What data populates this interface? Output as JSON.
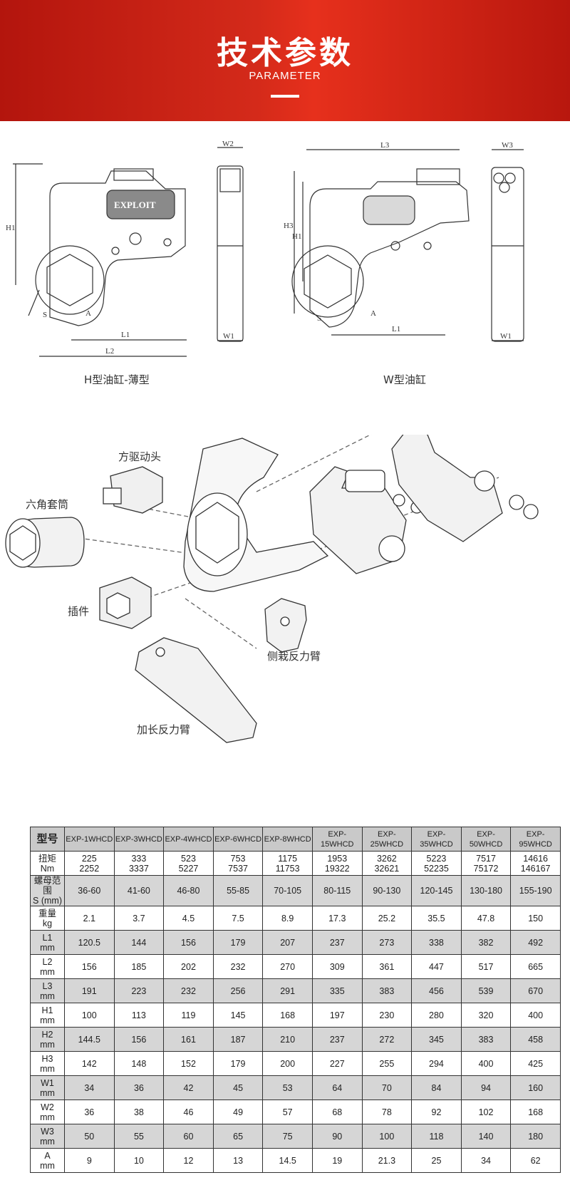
{
  "banner": {
    "title": "技术参数",
    "subtitle": "PARAMETER"
  },
  "diagram": {
    "brand": "EXPLOIT",
    "dims_h": [
      "W2",
      "H1",
      "L1",
      "L2",
      "W1",
      "S",
      "A"
    ],
    "dims_w": [
      "L3",
      "W3",
      "H3",
      "H1",
      "L1",
      "W1",
      "S",
      "A"
    ],
    "caption_h": "H型油缸-薄型",
    "caption_w": "W型油缸"
  },
  "parts": {
    "drive_head": "方驱动头",
    "hex_socket": "六角套筒",
    "insert": "插件",
    "side_arm": "侧栽反力臂",
    "long_arm": "加长反力臂"
  },
  "table": {
    "header_label": "型号",
    "models": [
      "EXP-1WHCD",
      "EXP-3WHCD",
      "EXP-4WHCD",
      "EXP-6WHCD",
      "EXP-8WHCD",
      "EXP-15WHCD",
      "EXP-25WHCD",
      "EXP-35WHCD",
      "EXP-50WHCD",
      "EXP-95WHCD"
    ],
    "rows": [
      {
        "l1": "扭矩",
        "l2": "Nm",
        "values": [
          [
            "225",
            "2252"
          ],
          [
            "333",
            "3337"
          ],
          [
            "523",
            "5227"
          ],
          [
            "753",
            "7537"
          ],
          [
            "1175",
            "11753"
          ],
          [
            "1953",
            "19322"
          ],
          [
            "3262",
            "32621"
          ],
          [
            "5223",
            "52235"
          ],
          [
            "7517",
            "75172"
          ],
          [
            "14616",
            "146167"
          ]
        ]
      },
      {
        "l1": "螺母范围",
        "l2": "S (mm)",
        "values": [
          [
            "36-60",
            ""
          ],
          [
            "41-60",
            ""
          ],
          [
            "46-80",
            ""
          ],
          [
            "55-85",
            ""
          ],
          [
            "70-105",
            ""
          ],
          [
            "80-115",
            ""
          ],
          [
            "90-130",
            ""
          ],
          [
            "120-145",
            ""
          ],
          [
            "130-180",
            ""
          ],
          [
            "155-190",
            ""
          ]
        ]
      },
      {
        "l1": "重量",
        "l2": "kg",
        "values": [
          [
            "2.1",
            ""
          ],
          [
            "3.7",
            ""
          ],
          [
            "4.5",
            ""
          ],
          [
            "7.5",
            ""
          ],
          [
            "8.9",
            ""
          ],
          [
            "17.3",
            ""
          ],
          [
            "25.2",
            ""
          ],
          [
            "35.5",
            ""
          ],
          [
            "47.8",
            ""
          ],
          [
            "150",
            ""
          ]
        ]
      },
      {
        "l1": "L1",
        "l2": "mm",
        "values": [
          [
            "120.5",
            ""
          ],
          [
            "144",
            ""
          ],
          [
            "156",
            ""
          ],
          [
            "179",
            ""
          ],
          [
            "207",
            ""
          ],
          [
            "237",
            ""
          ],
          [
            "273",
            ""
          ],
          [
            "338",
            ""
          ],
          [
            "382",
            ""
          ],
          [
            "492",
            ""
          ]
        ]
      },
      {
        "l1": "L2",
        "l2": "mm",
        "values": [
          [
            "156",
            ""
          ],
          [
            "185",
            ""
          ],
          [
            "202",
            ""
          ],
          [
            "232",
            ""
          ],
          [
            "270",
            ""
          ],
          [
            "309",
            ""
          ],
          [
            "361",
            ""
          ],
          [
            "447",
            ""
          ],
          [
            "517",
            ""
          ],
          [
            "665",
            ""
          ]
        ]
      },
      {
        "l1": "L3",
        "l2": "mm",
        "values": [
          [
            "191",
            ""
          ],
          [
            "223",
            ""
          ],
          [
            "232",
            ""
          ],
          [
            "256",
            ""
          ],
          [
            "291",
            ""
          ],
          [
            "335",
            ""
          ],
          [
            "383",
            ""
          ],
          [
            "456",
            ""
          ],
          [
            "539",
            ""
          ],
          [
            "670",
            ""
          ]
        ]
      },
      {
        "l1": "H1",
        "l2": "mm",
        "values": [
          [
            "100",
            ""
          ],
          [
            "113",
            ""
          ],
          [
            "119",
            ""
          ],
          [
            "145",
            ""
          ],
          [
            "168",
            ""
          ],
          [
            "197",
            ""
          ],
          [
            "230",
            ""
          ],
          [
            "280",
            ""
          ],
          [
            "320",
            ""
          ],
          [
            "400",
            ""
          ]
        ]
      },
      {
        "l1": "H2",
        "l2": "mm",
        "values": [
          [
            "144.5",
            ""
          ],
          [
            "156",
            ""
          ],
          [
            "161",
            ""
          ],
          [
            "187",
            ""
          ],
          [
            "210",
            ""
          ],
          [
            "237",
            ""
          ],
          [
            "272",
            ""
          ],
          [
            "345",
            ""
          ],
          [
            "383",
            ""
          ],
          [
            "458",
            ""
          ]
        ]
      },
      {
        "l1": "H3",
        "l2": "mm",
        "values": [
          [
            "142",
            ""
          ],
          [
            "148",
            ""
          ],
          [
            "152",
            ""
          ],
          [
            "179",
            ""
          ],
          [
            "200",
            ""
          ],
          [
            "227",
            ""
          ],
          [
            "255",
            ""
          ],
          [
            "294",
            ""
          ],
          [
            "400",
            ""
          ],
          [
            "425",
            ""
          ]
        ]
      },
      {
        "l1": "W1",
        "l2": "mm",
        "values": [
          [
            "34",
            ""
          ],
          [
            "36",
            ""
          ],
          [
            "42",
            ""
          ],
          [
            "45",
            ""
          ],
          [
            "53",
            ""
          ],
          [
            "64",
            ""
          ],
          [
            "70",
            ""
          ],
          [
            "84",
            ""
          ],
          [
            "94",
            ""
          ],
          [
            "160",
            ""
          ]
        ]
      },
      {
        "l1": "W2",
        "l2": "mm",
        "values": [
          [
            "36",
            ""
          ],
          [
            "38",
            ""
          ],
          [
            "46",
            ""
          ],
          [
            "49",
            ""
          ],
          [
            "57",
            ""
          ],
          [
            "68",
            ""
          ],
          [
            "78",
            ""
          ],
          [
            "92",
            ""
          ],
          [
            "102",
            ""
          ],
          [
            "168",
            ""
          ]
        ]
      },
      {
        "l1": "W3",
        "l2": "mm",
        "values": [
          [
            "50",
            ""
          ],
          [
            "55",
            ""
          ],
          [
            "60",
            ""
          ],
          [
            "65",
            ""
          ],
          [
            "75",
            ""
          ],
          [
            "90",
            ""
          ],
          [
            "100",
            ""
          ],
          [
            "118",
            ""
          ],
          [
            "140",
            ""
          ],
          [
            "180",
            ""
          ]
        ]
      },
      {
        "l1": "A",
        "l2": "mm",
        "values": [
          [
            "9",
            ""
          ],
          [
            "10",
            ""
          ],
          [
            "12",
            ""
          ],
          [
            "13",
            ""
          ],
          [
            "14.5",
            ""
          ],
          [
            "19",
            ""
          ],
          [
            "21.3",
            ""
          ],
          [
            "25",
            ""
          ],
          [
            "34",
            ""
          ],
          [
            "62",
            ""
          ]
        ]
      }
    ]
  }
}
